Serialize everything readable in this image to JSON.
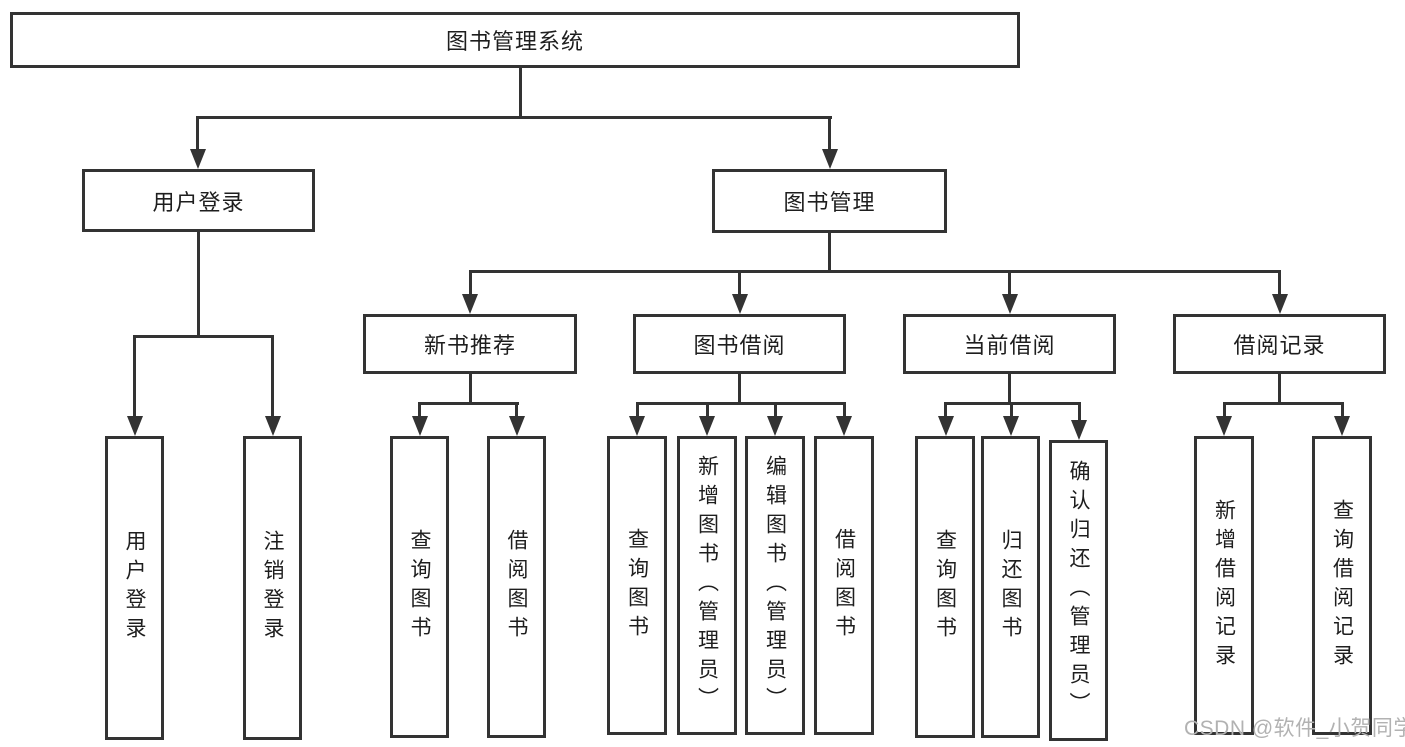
{
  "tree": {
    "root": {
      "label": "图书管理系统"
    },
    "branches": [
      {
        "label": "用户登录",
        "children": [
          {
            "label": "用户登录"
          },
          {
            "label": "注销登录"
          }
        ]
      },
      {
        "label": "图书管理",
        "children": [
          {
            "label": "新书推荐",
            "children": [
              {
                "label": "查询图书"
              },
              {
                "label": "借阅图书"
              }
            ]
          },
          {
            "label": "图书借阅",
            "children": [
              {
                "label": "查询图书"
              },
              {
                "label": "新增图书（管理员）"
              },
              {
                "label": "编辑图书（管理员）"
              },
              {
                "label": "借阅图书"
              }
            ]
          },
          {
            "label": "当前借阅",
            "children": [
              {
                "label": "查询图书"
              },
              {
                "label": "归还图书"
              },
              {
                "label": "确认归还（管理员）"
              }
            ]
          },
          {
            "label": "借阅记录",
            "children": [
              {
                "label": "新增借阅记录"
              },
              {
                "label": "查询借阅记录"
              }
            ]
          }
        ]
      }
    ]
  },
  "watermark": {
    "text": "CSDN @软件_小贺同学"
  },
  "colors": {
    "line": "#333333",
    "text": "#1e1e1e",
    "watermark": "#b2b2b2",
    "background": "#ffffff"
  }
}
